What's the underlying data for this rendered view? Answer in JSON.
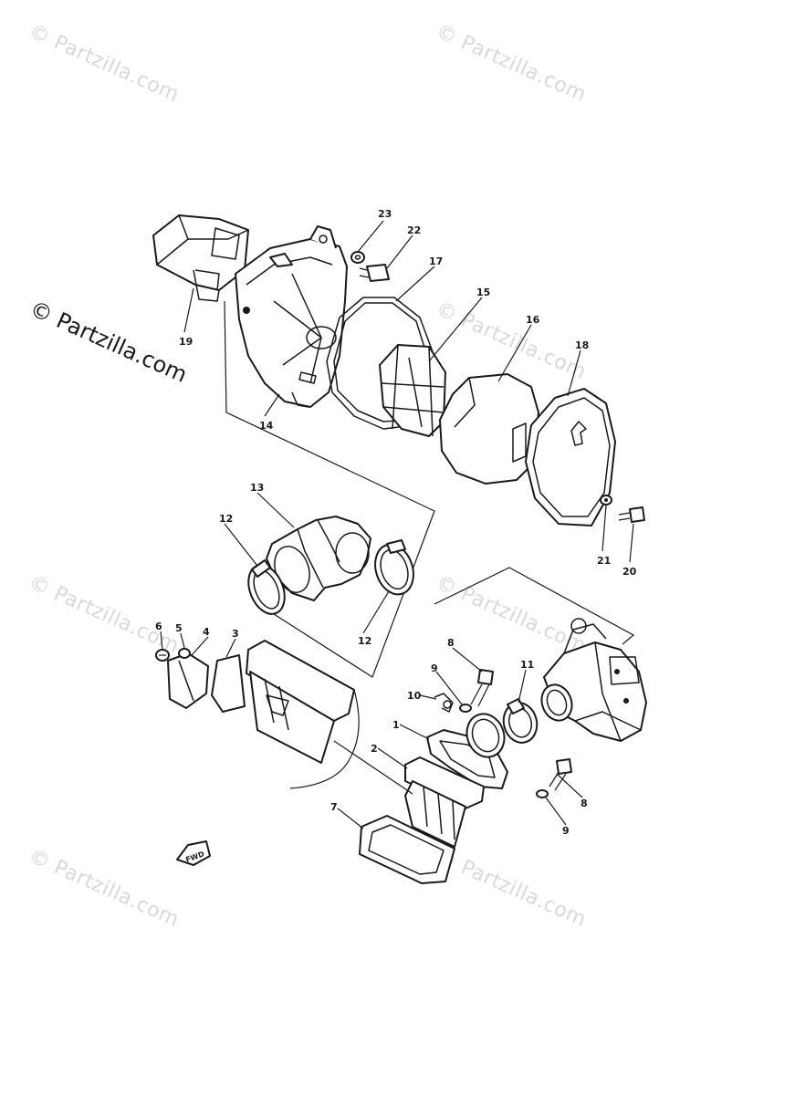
{
  "watermark": {
    "text": "© Partzilla.com",
    "main_text": "© Partzilla.com"
  },
  "callouts": [
    {
      "id": "c23",
      "label": "23"
    },
    {
      "id": "c22",
      "label": "22"
    },
    {
      "id": "c17",
      "label": "17"
    },
    {
      "id": "c15",
      "label": "15"
    },
    {
      "id": "c16",
      "label": "16"
    },
    {
      "id": "c18",
      "label": "18"
    },
    {
      "id": "c19",
      "label": "19"
    },
    {
      "id": "c14",
      "label": "14"
    },
    {
      "id": "c13",
      "label": "13"
    },
    {
      "id": "c12a",
      "label": "12"
    },
    {
      "id": "c12b",
      "label": "12"
    },
    {
      "id": "c21",
      "label": "21"
    },
    {
      "id": "c20",
      "label": "20"
    },
    {
      "id": "c6",
      "label": "6"
    },
    {
      "id": "c5",
      "label": "5"
    },
    {
      "id": "c4",
      "label": "4"
    },
    {
      "id": "c3",
      "label": "3"
    },
    {
      "id": "c8a",
      "label": "8"
    },
    {
      "id": "c9a",
      "label": "9"
    },
    {
      "id": "c10",
      "label": "10"
    },
    {
      "id": "c11",
      "label": "11"
    },
    {
      "id": "c1",
      "label": "1"
    },
    {
      "id": "c2",
      "label": "2"
    },
    {
      "id": "c8b",
      "label": "8"
    },
    {
      "id": "c9b",
      "label": "9"
    },
    {
      "id": "c7",
      "label": "7"
    }
  ],
  "fwd_label": "FWD"
}
